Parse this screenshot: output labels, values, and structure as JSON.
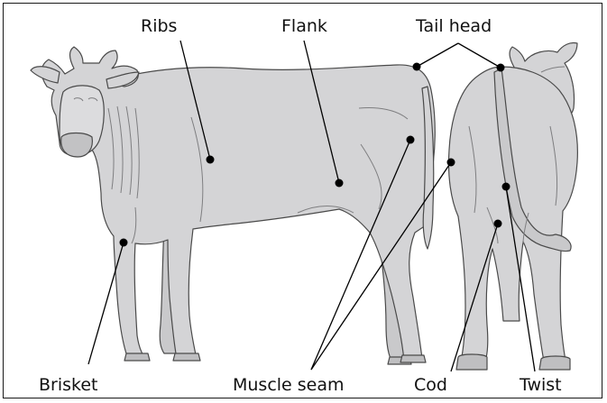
{
  "colors": {
    "body_fill": "#d4d4d6",
    "outline": "#4a4a4a",
    "detail": "#7e7e80",
    "leader": "#000000",
    "dot": "#000000",
    "frame": "#1a1a1a"
  },
  "labels": {
    "ribs": "Ribs",
    "flank": "Flank",
    "tail_head": "Tail head",
    "brisket": "Brisket",
    "muscle_seam": "Muscle seam",
    "cod": "Cod",
    "twist": "Twist"
  }
}
